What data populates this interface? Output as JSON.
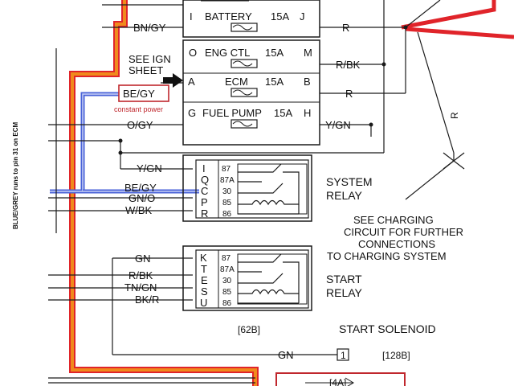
{
  "fuses": {
    "battery": {
      "left": "I",
      "name": "BATTERY",
      "rating": "15A",
      "right": "J"
    },
    "eng_ctl": {
      "left": "O",
      "name": "ENG CTL",
      "rating": "15A",
      "right": "M"
    },
    "ecm": {
      "left": "A",
      "name": "ECM",
      "rating": "15A",
      "right": "B"
    },
    "fuel_pump": {
      "left": "G",
      "name": "FUEL PUMP",
      "rating": "15A",
      "right": "H"
    }
  },
  "wires": {
    "bn_gy": "BN/GY",
    "r1": "R",
    "r_bk": "R/BK",
    "r2": "R",
    "o_gy": "O/GY",
    "y_gn_right": "Y/GN",
    "y_gn_left": "Y/GN",
    "be_gy_relay": "BE/GY",
    "gn_o": "GN/O",
    "w_bk": "W/BK",
    "gn_start": "GN",
    "r_bk_start": "R/BK",
    "tn_gn": "TN/GN",
    "bk_r": "BK/R",
    "gn_bottom": "GN",
    "r_vertical": "R"
  },
  "see_ign": {
    "line1": "SEE IGN",
    "line2": "SHEET"
  },
  "be_gy_box": "BE/GY",
  "constant_power": "constant power",
  "ecm_note": "BLUE/GREY runs to pin 31 on ECM",
  "system_relay": {
    "letters": [
      "I",
      "Q",
      "C",
      "P",
      "R"
    ],
    "pins": [
      "87",
      "87A",
      "30",
      "85",
      "86"
    ],
    "label_line1": "SYSTEM",
    "label_line2": "RELAY"
  },
  "start_relay": {
    "letters": [
      "K",
      "T",
      "E",
      "S",
      "U"
    ],
    "pins": [
      "87",
      "87A",
      "30",
      "85",
      "86"
    ],
    "label_line1": "START",
    "label_line2": "RELAY"
  },
  "charging_note": {
    "line1": "SEE CHARGING",
    "line2": "CIRCUIT FOR FURTHER",
    "line3": "CONNECTIONS",
    "line4": "TO CHARGING SYSTEM"
  },
  "ref_62b": "[62B]",
  "start_solenoid": "START SOLENOID",
  "terminal_1": "1",
  "ref_128b": "[128B]",
  "ref_4a": "[4A]",
  "colors": {
    "wire": "#1a1a1a",
    "orange_trace": "#f08a1c",
    "red_trace": "#e0242a",
    "blue_trace": "#4a63d8",
    "note_red": "#c0272d"
  }
}
